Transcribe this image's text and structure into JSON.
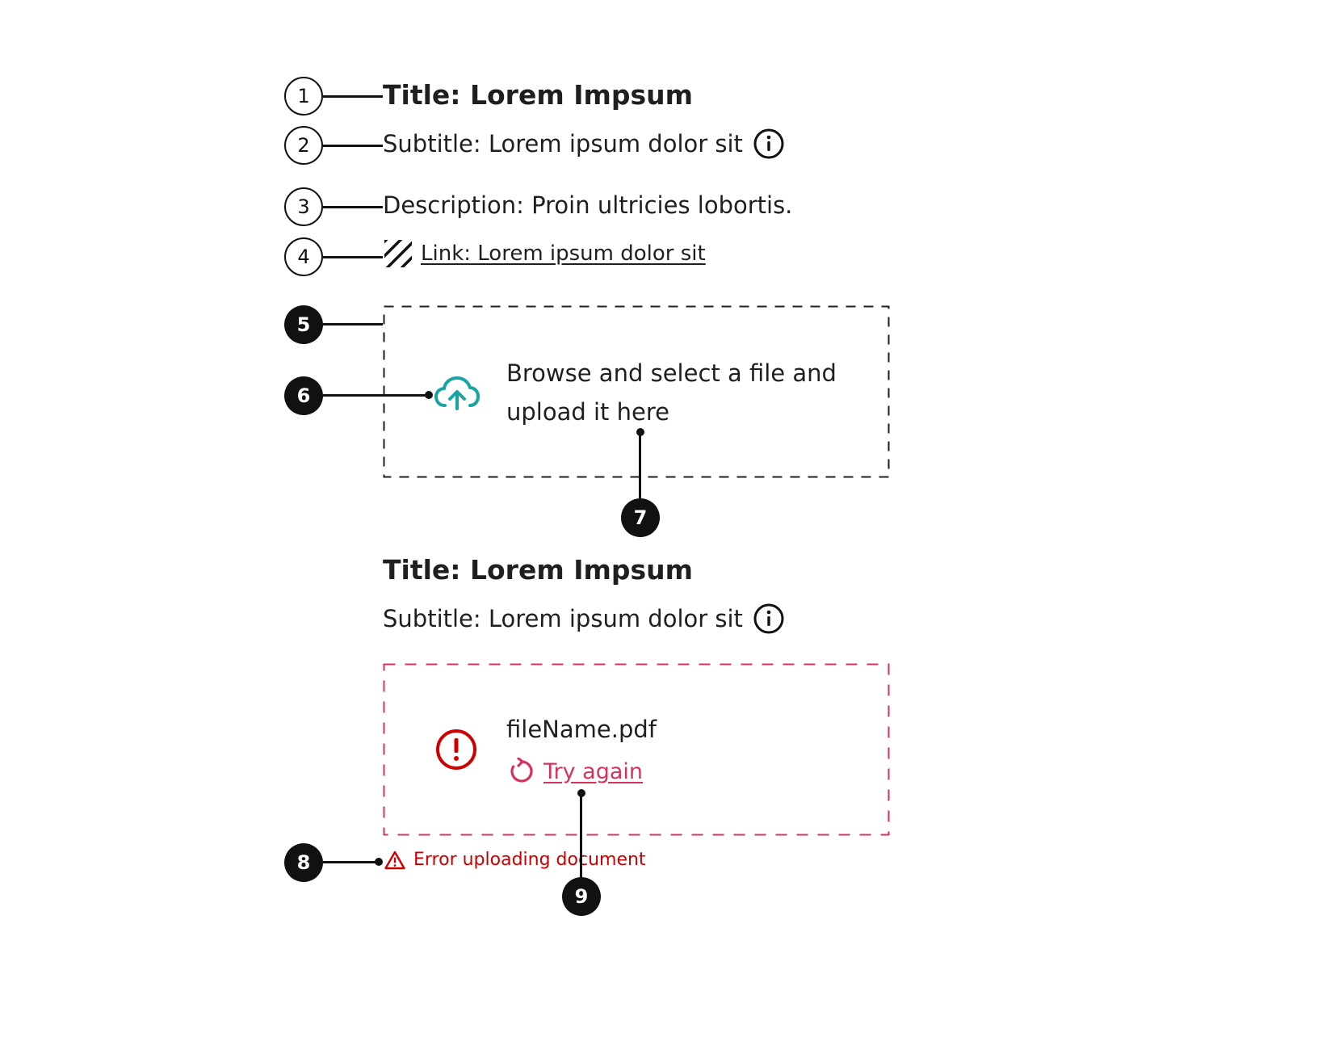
{
  "markers": [
    "1",
    "2",
    "3",
    "4",
    "5",
    "6",
    "7",
    "8",
    "9"
  ],
  "anatomy": {
    "title": "Title: Lorem Impsum",
    "subtitle": "Subtitle: Lorem ipsum dolor sit",
    "description": "Description: Proin ultricies lobortis.",
    "link": "Link: Lorem ipsum dolor sit",
    "upload_text_line1": "Browse and select a file and",
    "upload_text_line2": "upload it here"
  },
  "error_state": {
    "title": "Title: Lorem Impsum",
    "subtitle": "Subtitle: Lorem ipsum dolor sit",
    "file_name": "fileName.pdf",
    "retry_label": "Try again",
    "error_message": "Error uploading document"
  },
  "icons": {
    "info": "info-icon",
    "link": "hatch-link-icon",
    "upload": "cloud-upload-icon",
    "file_error": "error-circle-icon",
    "retry": "refresh-icon",
    "warning": "warning-triangle-icon"
  },
  "colors": {
    "text": "#1f1f1f",
    "upload_icon": "#1aa3a3",
    "error_border": "#d6335c",
    "error_icon": "#cc0000",
    "retry": "#d6335c",
    "error_text": "#cc0000",
    "marker": "#111111"
  }
}
